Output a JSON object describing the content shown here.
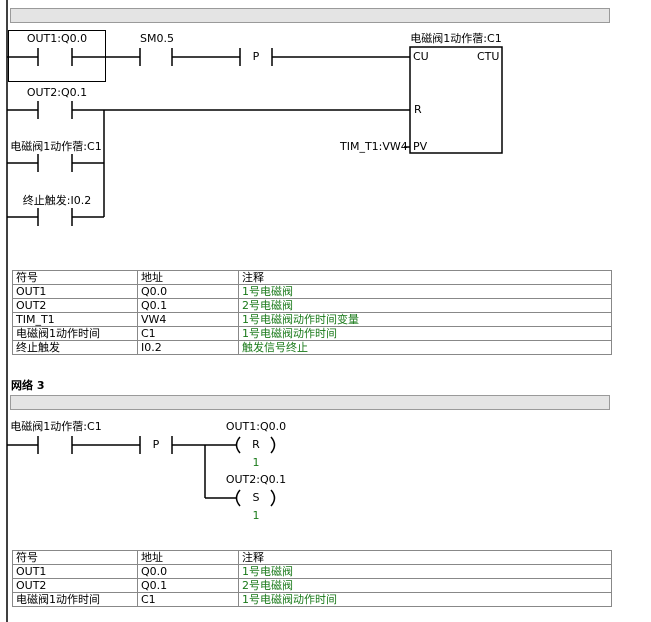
{
  "header_bar_top": "",
  "network2": {
    "contacts": {
      "out1": "OUT1:Q0.0",
      "sm05": "SM0.5",
      "out2": "OUT2:Q0.1",
      "c1": "电磁阀1动作蓿:C1",
      "stop": "终止触发:I0.2"
    },
    "p_label": "P",
    "counter": {
      "title": "电磁阀1动作蓿:C1",
      "cu": "CU",
      "ctu": "CTU",
      "r": "R",
      "pv": "PV",
      "pv_input": "TIM_T1:VW4"
    },
    "table": {
      "headers": [
        "符号",
        "地址",
        "注释"
      ],
      "rows": [
        [
          "OUT1",
          "Q0.0",
          "1号电磁阀"
        ],
        [
          "OUT2",
          "Q0.1",
          "2号电磁阀"
        ],
        [
          "TIM_T1",
          "VW4",
          "1号电磁阀动作时间变量"
        ],
        [
          "电磁阀1动作时间",
          "C1",
          "1号电磁阀动作时间"
        ],
        [
          "终止触发",
          "I0.2",
          "触发信号终止"
        ]
      ]
    }
  },
  "network3": {
    "label": "网络 3",
    "contact": "电磁阀1动作蓿:C1",
    "p_label": "P",
    "coil1": {
      "name": "OUT1:Q0.0",
      "op": "R",
      "count": "1"
    },
    "coil2": {
      "name": "OUT2:Q0.1",
      "op": "S",
      "count": "1"
    },
    "table": {
      "headers": [
        "符号",
        "地址",
        "注释"
      ],
      "rows": [
        [
          "OUT1",
          "Q0.0",
          "1号电磁阀"
        ],
        [
          "OUT2",
          "Q0.1",
          "2号电磁阀"
        ],
        [
          "电磁阀1动作时间",
          "C1",
          "1号电磁阀动作时间"
        ]
      ]
    }
  }
}
